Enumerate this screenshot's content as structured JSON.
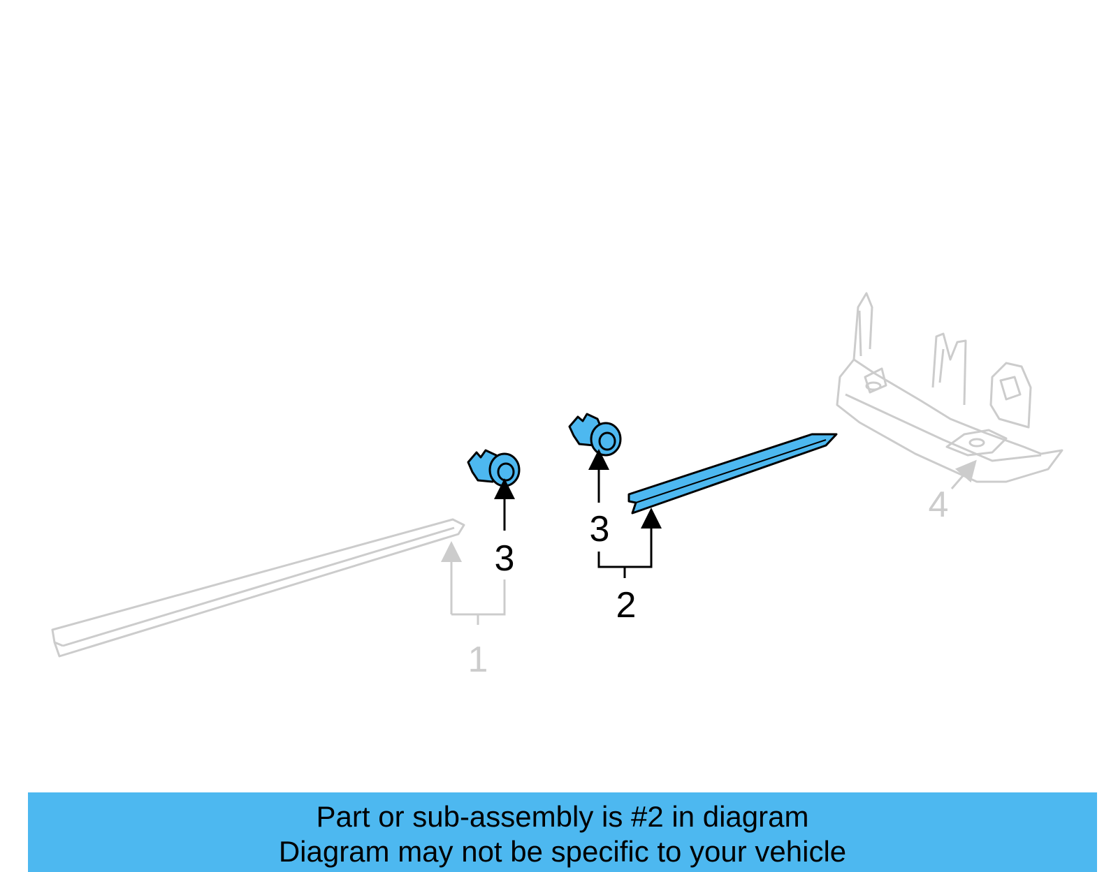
{
  "diagram": {
    "callouts": {
      "part1": "1",
      "part2": "2",
      "part3a": "3",
      "part3b": "3",
      "part4": "4"
    },
    "colors": {
      "highlight": "#4db8f0",
      "context": "#cccccc",
      "outline": "#000000"
    }
  },
  "banner": {
    "line1": "Part or sub-assembly is #2 in diagram",
    "line2": "Diagram may not be specific to your vehicle"
  }
}
